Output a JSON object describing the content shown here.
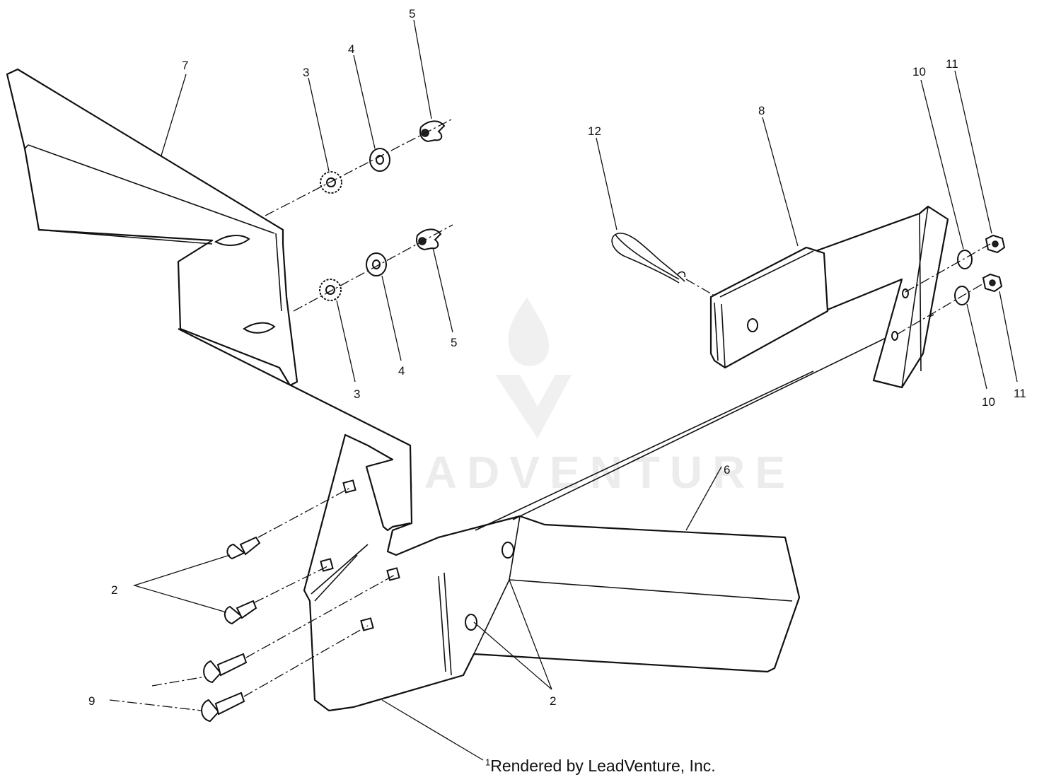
{
  "diagram": {
    "callouts": {
      "c2a": "2",
      "c2b": "2",
      "c3a": "3",
      "c3b": "3",
      "c4a": "4",
      "c4b": "4",
      "c5a": "5",
      "c5b": "5",
      "c6": "6",
      "c7": "7",
      "c8": "8",
      "c9": "9",
      "c10a": "10",
      "c10b": "10",
      "c11a": "11",
      "c11b": "11",
      "c12": "12"
    },
    "watermark": "LEADVENTURE"
  },
  "footer": {
    "footnote_mark": "1",
    "credit": "Rendered by LeadVenture, Inc."
  }
}
